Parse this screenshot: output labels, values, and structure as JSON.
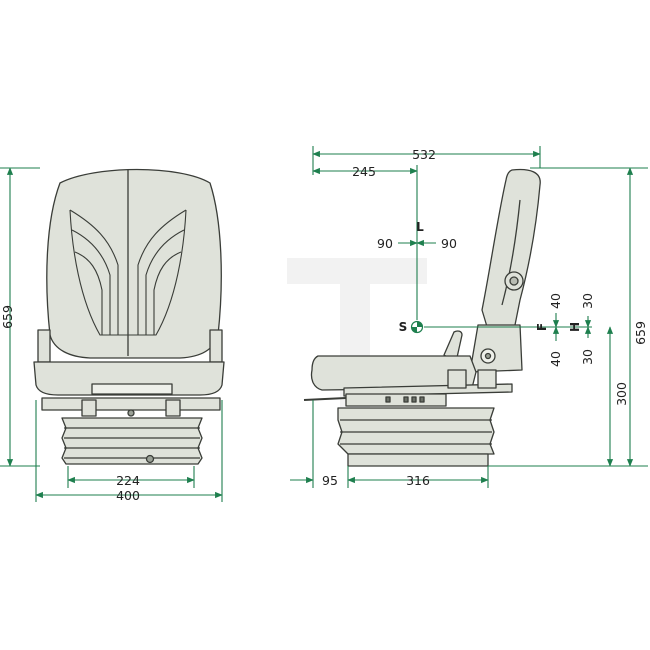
{
  "colors": {
    "dimension_line": "#1e7f4e",
    "seat_fill": "#dfe2da",
    "seat_outline": "#3a3d38",
    "watermark": "#f3f3f3"
  },
  "front_view": {
    "height": "659",
    "inner_width": "224",
    "outer_width": "400"
  },
  "side_view": {
    "total_depth": "532",
    "to_sip": "245",
    "fore_aft_rear": "90",
    "fore_aft_front": "90",
    "label_l": "L",
    "label_s": "S",
    "label_f": "F",
    "label_h": "H",
    "f_up": "40",
    "f_down": "40",
    "h_up": "30",
    "h_down": "30",
    "height_300": "300",
    "height_659": "659",
    "offset_95": "95",
    "base_316": "316"
  }
}
